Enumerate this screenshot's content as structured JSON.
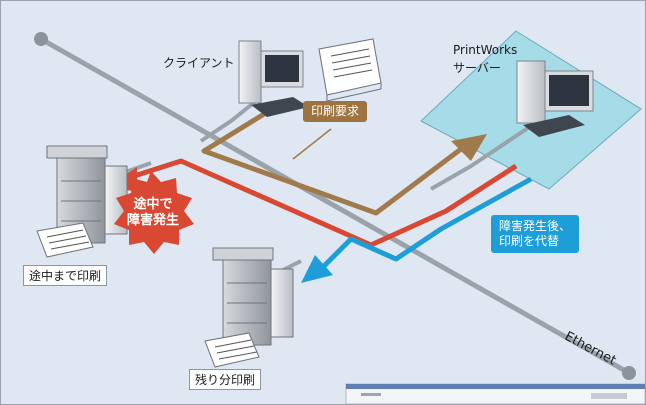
{
  "labels": {
    "client": "クライアント",
    "server_name": "PrintWorks",
    "server_role": "サーバー",
    "print_request": "印刷要求",
    "failure_line1": "途中で",
    "failure_line2": "障害発生",
    "partial_print": "途中まで印刷",
    "remaining_print": "残り分印刷",
    "takeover_line1": "障害発生後、",
    "takeover_line2": "印刷を代替",
    "network": "Ethernet"
  },
  "colors": {
    "background": "#dfe8f2",
    "network_line": "#9aa2ab",
    "server_zone": "#a6dbe8",
    "request_path": "#a07a4a",
    "failure_path": "#d84833",
    "takeover_path": "#1d9ed8",
    "burst": "#d84833"
  }
}
